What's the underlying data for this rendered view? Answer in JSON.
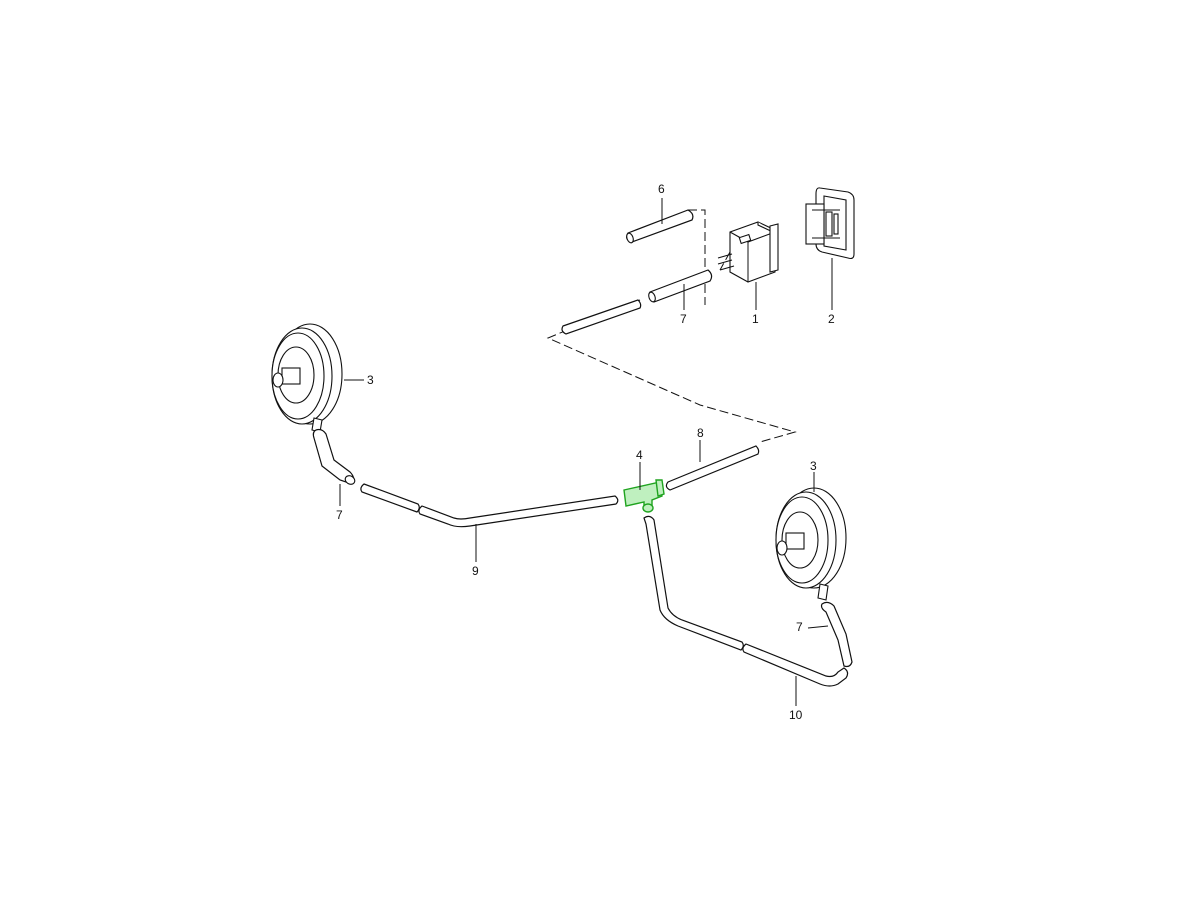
{
  "diagram": {
    "labels": {
      "l1": "1",
      "l2": "2",
      "l3a": "3",
      "l3b": "3",
      "l4": "4",
      "l6": "6",
      "l7a": "7",
      "l7b": "7",
      "l7c": "7",
      "l8": "8",
      "l9": "9",
      "l10": "10"
    },
    "highlight_color": "#1fa31f",
    "highlighted_part": "4"
  }
}
